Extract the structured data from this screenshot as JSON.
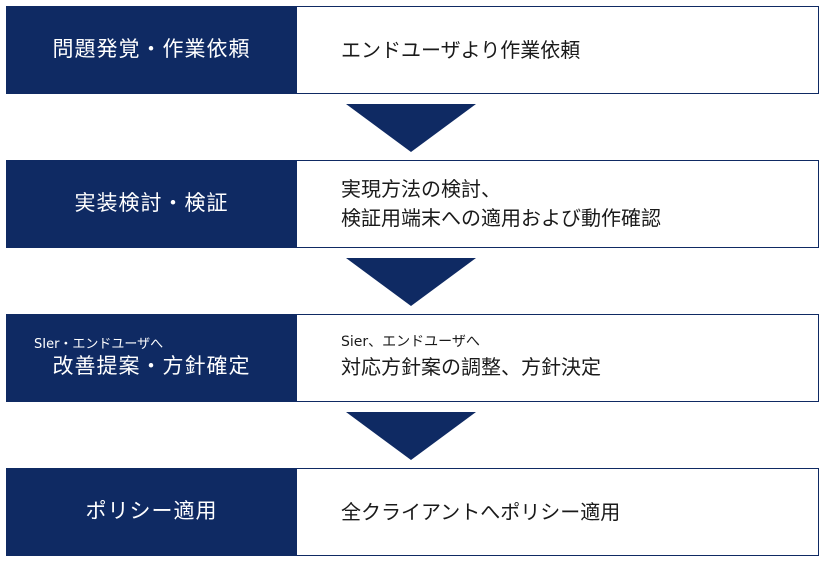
{
  "steps": [
    {
      "label": "問題発覚・作業依頼",
      "desc_lines": [
        "エンドユーザより作業依頼"
      ]
    },
    {
      "label": "実装検討・検証",
      "desc_lines": [
        "実現方法の検討、",
        "検証用端末への適用および動作確認"
      ]
    },
    {
      "label_pre": "SIer・エンドユーザへ",
      "label": "改善提案・方針確定",
      "desc_pre": "Sier、エンドユーザへ",
      "desc_lines": [
        "対応方針案の調整、方針決定"
      ]
    },
    {
      "label": "ポリシー適用",
      "desc_lines": [
        "全クライアントへポリシー適用"
      ]
    }
  ],
  "colors": {
    "navy": "#0f2a63",
    "text": "#1a1a1a"
  }
}
